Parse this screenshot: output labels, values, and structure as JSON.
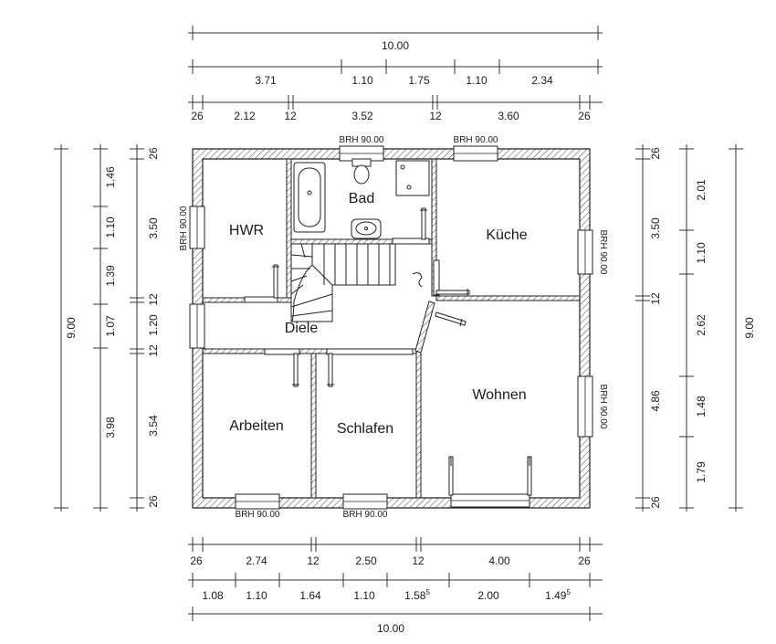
{
  "rooms": [
    {
      "id": "hwr",
      "label": "HWR"
    },
    {
      "id": "bad",
      "label": "Bad"
    },
    {
      "id": "kueche",
      "label": "Küche"
    },
    {
      "id": "diele",
      "label": "Diele"
    },
    {
      "id": "wohnen",
      "label": "Wohnen"
    },
    {
      "id": "arbeiten",
      "label": "Arbeiten"
    },
    {
      "id": "schlafen",
      "label": "Schlafen"
    }
  ],
  "window_label": "BRH 90.00",
  "dimensions": {
    "top_total": "10.00",
    "top_mid": [
      "3.71",
      "1.10",
      "1.75",
      "1.10",
      "2.34"
    ],
    "top_inner": [
      "26",
      "2.12",
      "12",
      "3.52",
      "12",
      "3.60",
      "26"
    ],
    "bottom_inner": [
      "26",
      "2.74",
      "12",
      "2.50",
      "12",
      "4.00",
      "26"
    ],
    "bottom_mid": [
      {
        "main": "1.08"
      },
      {
        "main": "1.10"
      },
      {
        "main": "1.64"
      },
      {
        "main": "1.10"
      },
      {
        "main": "1.58",
        "sup": "5"
      },
      {
        "main": "2.00"
      },
      {
        "main": "1.49",
        "sup": "5"
      }
    ],
    "bottom_total": "10.00",
    "left_total": "9.00",
    "left_mid": [
      "1.46",
      "1.10",
      "1.39",
      "1.07",
      "3.98"
    ],
    "left_inner": [
      "26",
      "3.50",
      "12",
      "1.20",
      "12",
      "3.54",
      "26"
    ],
    "right_inner": [
      "26",
      "3.50",
      "12",
      "4.86",
      "26"
    ],
    "right_mid": [
      "2.01",
      "1.10",
      "2.62",
      "1.48",
      "1.79"
    ],
    "right_total": "9.00"
  }
}
